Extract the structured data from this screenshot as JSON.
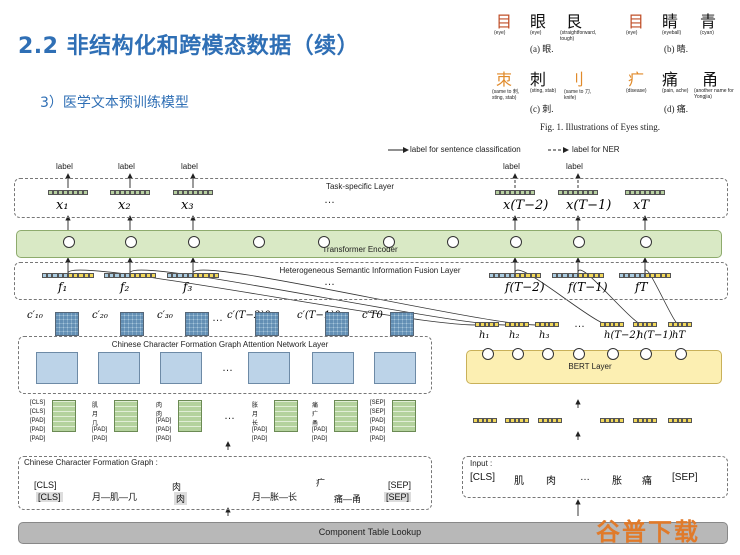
{
  "slide": {
    "title": "2.2 非结构化和跨模态数据（续）",
    "subtitle": "3）医学文本预训练模型"
  },
  "figure1": {
    "panels": [
      {
        "chars": [
          "目",
          "眼",
          "艮"
        ],
        "subs": [
          "(eye)",
          "(eye)",
          "(straightforward, tough)"
        ],
        "caption": "(a) 眼."
      },
      {
        "chars": [
          "目",
          "睛",
          "青"
        ],
        "subs": [
          "(eye)",
          "(eyeball)",
          "(cyan)"
        ],
        "caption": "(b) 睛."
      },
      {
        "chars": [
          "朿",
          "刺",
          "刂"
        ],
        "subs": [
          "(same to 刺, sting, stab)",
          "(sting, stab)",
          "(same to 刀, knife)"
        ],
        "caption": "(c) 刺."
      },
      {
        "chars": [
          "疒",
          "痛",
          "甬"
        ],
        "subs": [
          "(disease)",
          "(pain, ache)",
          "(another name for Yongjia)"
        ],
        "caption": "(d) 痛."
      }
    ],
    "caption": "Fig. 1.   Illustrations of Eyes sting."
  },
  "legend": {
    "solid": "label for sentence classification",
    "dashed": "label for NER"
  },
  "arch": {
    "labels": [
      "label",
      "label",
      "label",
      "label",
      "label"
    ],
    "task_layer": "Task-specific Layer",
    "x_vectors": [
      "x₁",
      "x₂",
      "x₃",
      "…",
      "x(T−2)",
      "x(T−1)",
      "xT"
    ],
    "transformer": "Transformer Encoder",
    "fusion": "Heterogeneous Semantic Information Fusion Layer",
    "f_vectors": [
      "f₁",
      "f₂",
      "f₃",
      "…",
      "f(T−2)",
      "f(T−1)",
      "fT"
    ],
    "c_vectors": [
      "c′₁₀",
      "c′₂₀",
      "c′₃₀",
      "…",
      "c′(T−2)0",
      "c′(T−1)0",
      "c′T0"
    ],
    "h_vectors": [
      "h₁",
      "h₂",
      "h₃",
      "…",
      "h(T−2)",
      "h(T−1)",
      "hT"
    ],
    "gat_layer": "Chinese Character Formation Graph Attention Network Layer",
    "bert_layer": "BERT Layer",
    "graph_title": "Chinese Character Formation Graph :",
    "lookup": "Component Table Lookup",
    "input_label": "Input :",
    "input_tokens": [
      "[CLS]",
      "肌",
      "肉",
      "…",
      "胀",
      "痛",
      "[SEP]"
    ],
    "matrix_cols": [
      [
        "[CLS]",
        "[CLS]",
        "[PAD]",
        "[PAD]",
        "[PAD]"
      ],
      [
        "肌",
        "月",
        "几",
        "[PAD]",
        "[PAD]"
      ],
      [
        "肉",
        "肉",
        "[PAD]",
        "[PAD]",
        "[PAD]"
      ],
      [
        "胀",
        "月",
        "长",
        "[PAD]",
        "[PAD]"
      ],
      [
        "痛",
        "疒",
        "甬",
        "[PAD]",
        "[PAD]"
      ],
      [
        "[SEP]",
        "[SEP]",
        "[PAD]",
        "[PAD]",
        "[PAD]"
      ]
    ],
    "graph_items": [
      "[CLS]",
      "月—肌—几",
      "肉",
      "月—胀—长",
      "疒",
      "痛—甬",
      "[SEP]"
    ],
    "graph_bottom": [
      "[CLS]",
      "肉",
      "[SEP]"
    ],
    "ellipsis": "…"
  },
  "watermark": "谷普下载",
  "colors": {
    "title": "#2f6fb5",
    "green": "#d9e9c5",
    "yellow": "#fcefb2",
    "gray": "#b8b8b8",
    "watermark": "#e07a2a"
  }
}
